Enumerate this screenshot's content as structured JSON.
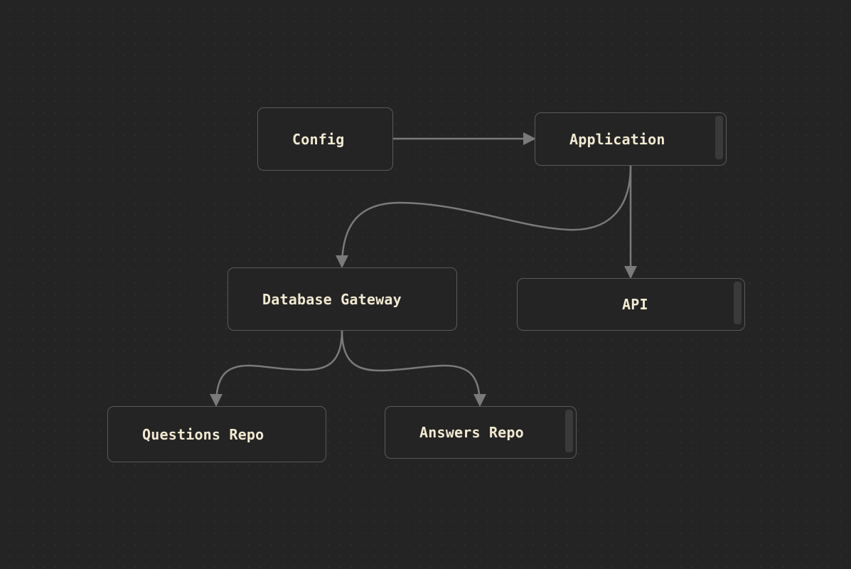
{
  "diagram": {
    "background": "#242424",
    "edge_color": "#7a7a7a",
    "node_border_color": "#5a5a5a",
    "label_color": "#f1e9d2",
    "nodes": [
      {
        "id": "config",
        "label": "Config"
      },
      {
        "id": "application",
        "label": "Application"
      },
      {
        "id": "database-gateway",
        "label": "Database Gateway"
      },
      {
        "id": "api",
        "label": "API"
      },
      {
        "id": "questions-repo",
        "label": "Questions Repo"
      },
      {
        "id": "answers-repo",
        "label": "Answers Repo"
      }
    ],
    "edges": [
      {
        "from": "config",
        "to": "application"
      },
      {
        "from": "application",
        "to": "database-gateway"
      },
      {
        "from": "application",
        "to": "api"
      },
      {
        "from": "database-gateway",
        "to": "questions-repo"
      },
      {
        "from": "database-gateway",
        "to": "answers-repo"
      }
    ]
  }
}
